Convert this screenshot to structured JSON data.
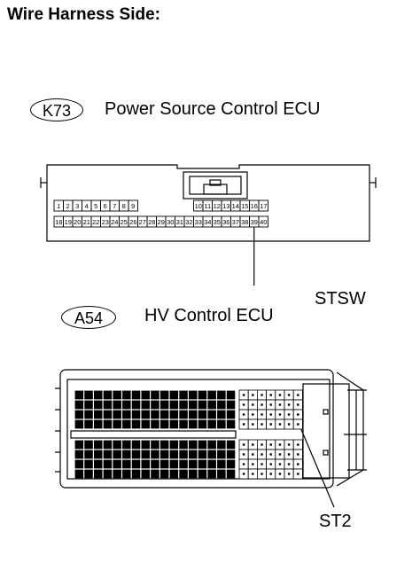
{
  "page": {
    "heading": "Wire Harness Side:"
  },
  "connectors": {
    "k73": {
      "code": "K73",
      "name": "Power Source Control ECU",
      "terminal_label": "STSW",
      "terminal_number": 39,
      "top_row": [
        1,
        2,
        3,
        4,
        5,
        6,
        7,
        8,
        9,
        10,
        11,
        12,
        13,
        14,
        15,
        16,
        17
      ],
      "bottom_row": [
        18,
        19,
        20,
        21,
        22,
        23,
        24,
        25,
        26,
        27,
        28,
        29,
        30,
        31,
        32,
        33,
        34,
        35,
        36,
        37,
        38,
        39,
        40
      ]
    },
    "a54": {
      "code": "A54",
      "name": "HV Control ECU",
      "terminal_label": "ST2"
    }
  }
}
